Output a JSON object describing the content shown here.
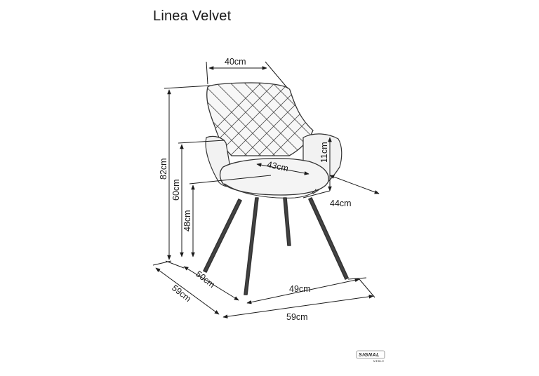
{
  "title": "Linea Velvet",
  "dimensions": {
    "back_width": "40cm",
    "seat_depth": "43cm",
    "armrest_height": "11cm",
    "seat_width": "44cm",
    "total_height": "82cm",
    "arm_height": "60cm",
    "seat_height": "48cm",
    "leg_depth": "50cm",
    "leg_width": "49cm",
    "total_depth": "59cm",
    "total_width": "59cm"
  },
  "logo": {
    "brand": "SIGNAL",
    "sub": "MEBLE"
  }
}
